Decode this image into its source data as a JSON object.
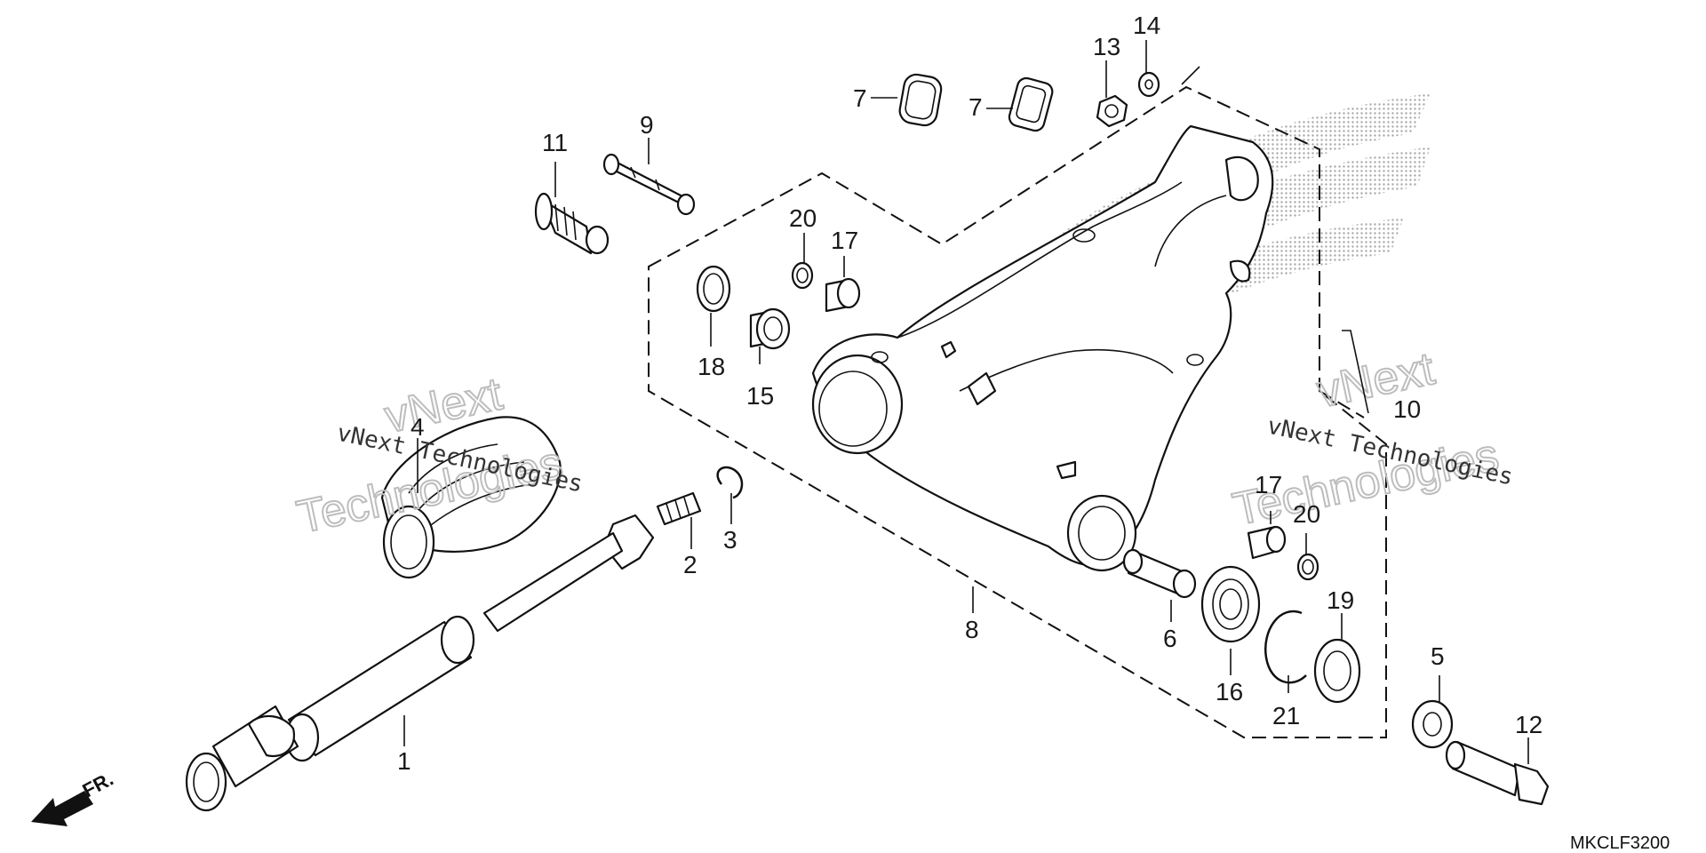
{
  "diagram": {
    "code": "MKCLF3200",
    "direction_label": "FR.",
    "watermark_lines": [
      "vNext",
      "Technologies"
    ],
    "watermark_caption": "vNext Technologies",
    "callouts": {
      "c1": "1",
      "c2": "2",
      "c3": "3",
      "c4": "4",
      "c5": "5",
      "c6": "6",
      "c7a": "7",
      "c7b": "7",
      "c8": "8",
      "c9": "9",
      "c10": "10",
      "c11": "11",
      "c12": "12",
      "c13": "13",
      "c14": "14",
      "c15": "15",
      "c16": "16",
      "c17a": "17",
      "c17b": "17",
      "c18": "18",
      "c19": "19",
      "c20a": "20",
      "c20b": "20",
      "c21": "21"
    }
  }
}
